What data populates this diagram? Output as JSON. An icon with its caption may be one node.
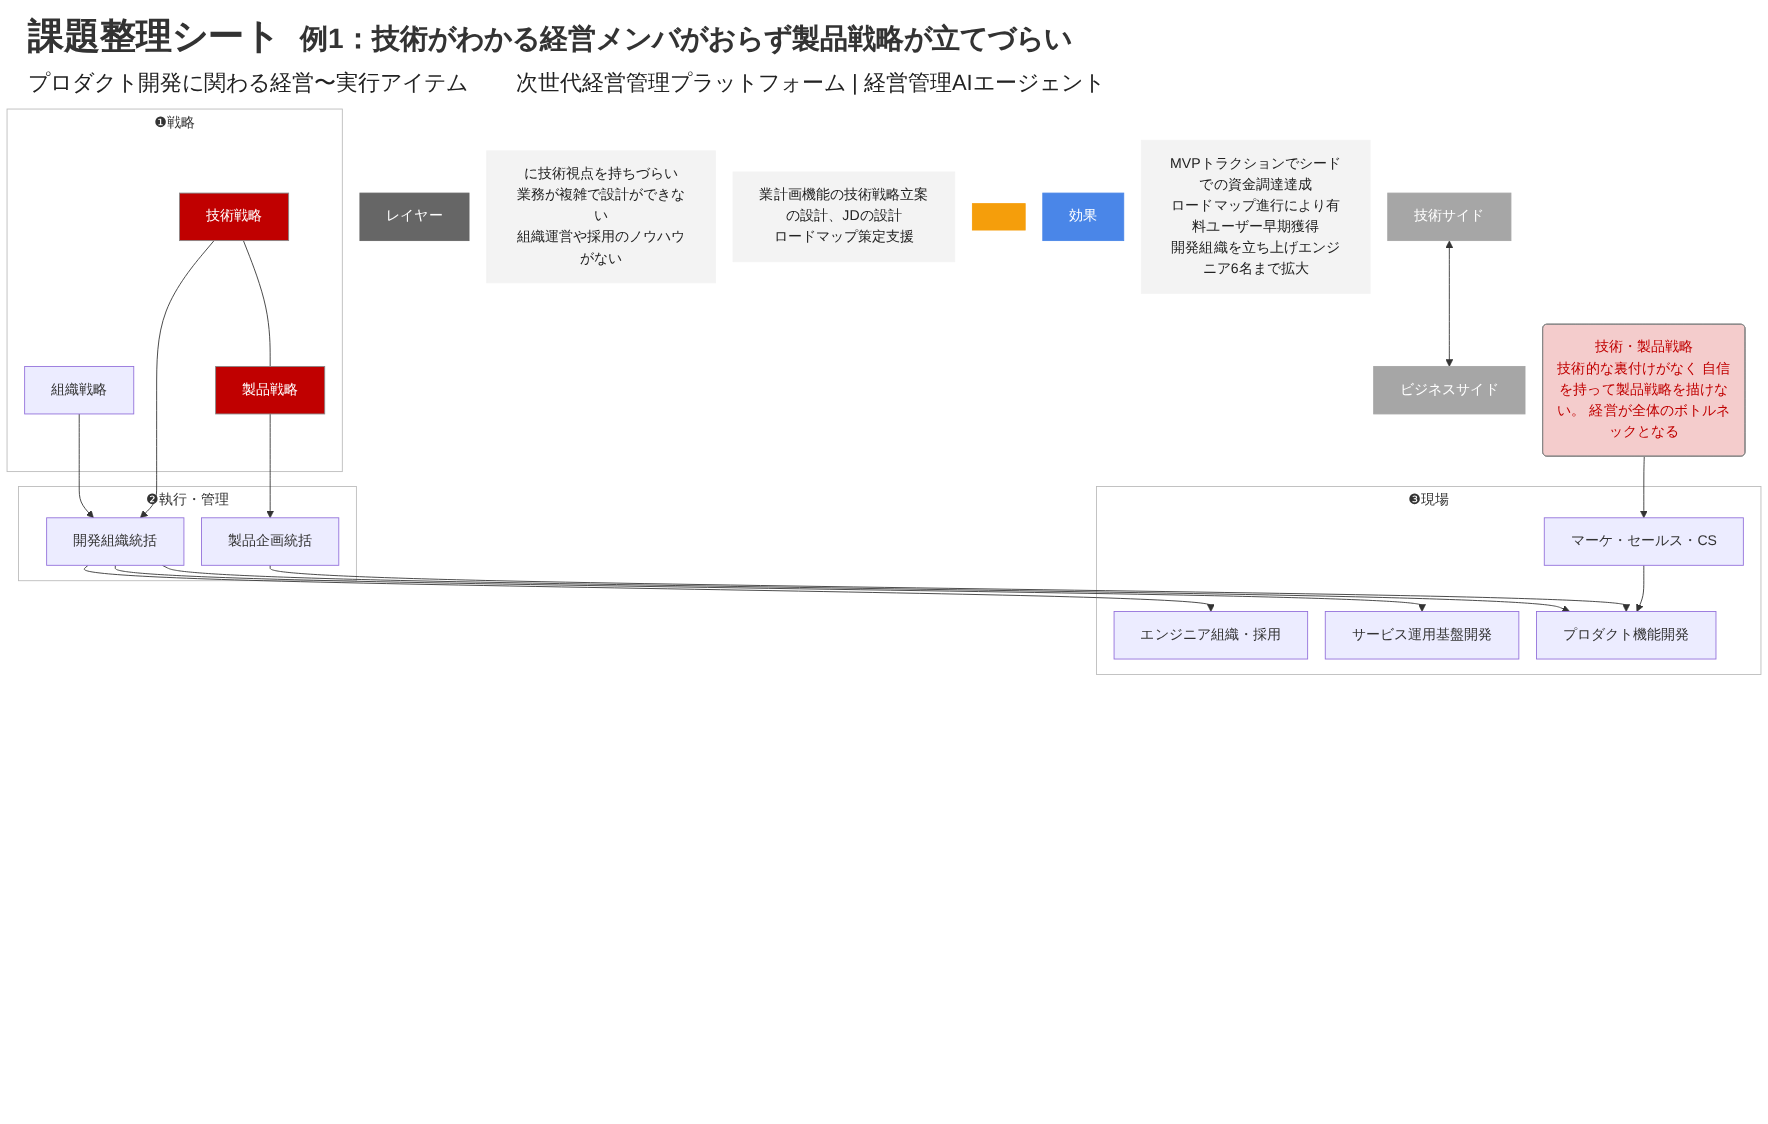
{
  "diagram": {
    "title": "課題整理シート",
    "nodes": [
      {
        "text": [
          "レイヤー"
        ]
      },
      {
        "text": [
          "技術サイド"
        ]
      },
      {
        "text": [
          "ビジネスサイド"
        ]
      },
      {
        "text": [
          "❶戦略"
        ]
      },
      {
        "text": [
          "組織戦略"
        ],
        "in": 3
      },
      {
        "text": [
          "技術戦略"
        ],
        "in": 3
      },
      {
        "text": [
          "製品戦略"
        ],
        "in": 3
      },
      {
        "text": [
          "技術・製品戦略",
          "技術的な裏付けがなく 自信を持って製品戦略を描けない。 経営が全体のボトルネックとなる"
        ]
      },
      {
        "text": [
          "❷執行・管理"
        ]
      },
      {
        "text": [
          "開発組織統括"
        ],
        "in": 8
      },
      {
        "text": [
          "製品企画統括"
        ],
        "in": 8
      },
      {
        "text": [
          "❸現場"
        ]
      },
      {
        "text": [
          "エンジニア組織・採用"
        ],
        "in": 11
      },
      {
        "text": [
          "サービス運用基盤開発"
        ],
        "in": 11
      },
      {
        "text": [
          "プロダクト機能開発"
        ],
        "in": 11
      },
      {
        "text": [
          "マーケ・セールス・CS"
        ],
        "in": 11
      },
      {
        "text": [
          "に技術視点を持ちづらい",
          "業務が複雑で設計ができない",
          "組織運営や採用のノウハウがない"
        ]
      },
      {
        "text": [
          "業計画機能の技術戦略立案",
          "の設計、JDの設計",
          "ロードマップ策定支援"
        ]
      },
      {
        "text": [],
        "shape": "box"
      },
      {
        "text": [
          "効果"
        ]
      },
      {
        "text": [
          "MVPトラクションでシードでの資金調達達成",
          "ロードマップ進行により有料ユーザー早期獲得",
          "開発組織を立ち上げエンジニア6名まで拡大"
        ]
      }
    ],
    "edges": [
      {
        "from": 1,
        "to": 2,
        "arrow": "both"
      },
      {
        "from": 4,
        "to": 9,
        "arrow": "to"
      },
      {
        "from": 5,
        "to": 9,
        "arrow": "to"
      },
      {
        "from": 5,
        "to": 6,
        "arrow": "none"
      },
      {
        "from": 6,
        "to": 10,
        "arrow": "to"
      },
      {
        "from": 9,
        "to": 12,
        "arrow": "to"
      },
      {
        "from": 9,
        "to": 13,
        "arrow": "to"
      },
      {
        "from": 9,
        "to": 14,
        "arrow": "to"
      },
      {
        "from": 10,
        "to": 14,
        "arrow": "to"
      },
      {
        "from": 15,
        "to": 14,
        "arrow": "to"
      },
      {
        "from": 7,
        "to": 15,
        "arrow": "to"
      }
    ],
    "labels": [
      "例1：技術がわかる経営メンバがおらず製品戦略が立てづらい",
      "プロダクト開発に関わる経営〜実行アイテム",
      "次世代経営管理プラットフォーム | 経営管理AIエージェント"
    ]
  }
}
